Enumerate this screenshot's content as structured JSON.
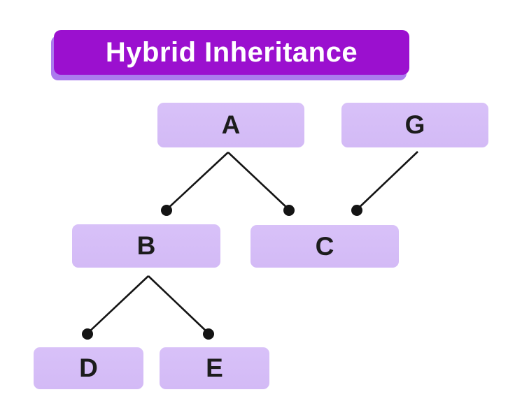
{
  "title": {
    "label": "Hybrid Inheritance"
  },
  "diagram": {
    "type": "inheritance-tree",
    "nodes": [
      {
        "id": "A",
        "label": "A",
        "row": "top"
      },
      {
        "id": "G",
        "label": "G",
        "row": "top"
      },
      {
        "id": "B",
        "label": "B",
        "row": "middle"
      },
      {
        "id": "C",
        "label": "C",
        "row": "middle"
      },
      {
        "id": "D",
        "label": "D",
        "row": "bottom"
      },
      {
        "id": "E",
        "label": "E",
        "row": "bottom"
      }
    ],
    "edges": [
      {
        "from": "A",
        "to": "B"
      },
      {
        "from": "A",
        "to": "C"
      },
      {
        "from": "G",
        "to": "C"
      },
      {
        "from": "B",
        "to": "D"
      },
      {
        "from": "B",
        "to": "E"
      }
    ]
  },
  "colors": {
    "title_bg": "#9b10cf",
    "title_shadow": "#ab7bee",
    "node_bg_top": "#d8c1f8",
    "node_bg_bottom": "#d3baf6",
    "line_color": "#141414",
    "node_text": "#1c1c1c",
    "title_text": "#ffffff",
    "canvas_bg": "#ffffff"
  }
}
